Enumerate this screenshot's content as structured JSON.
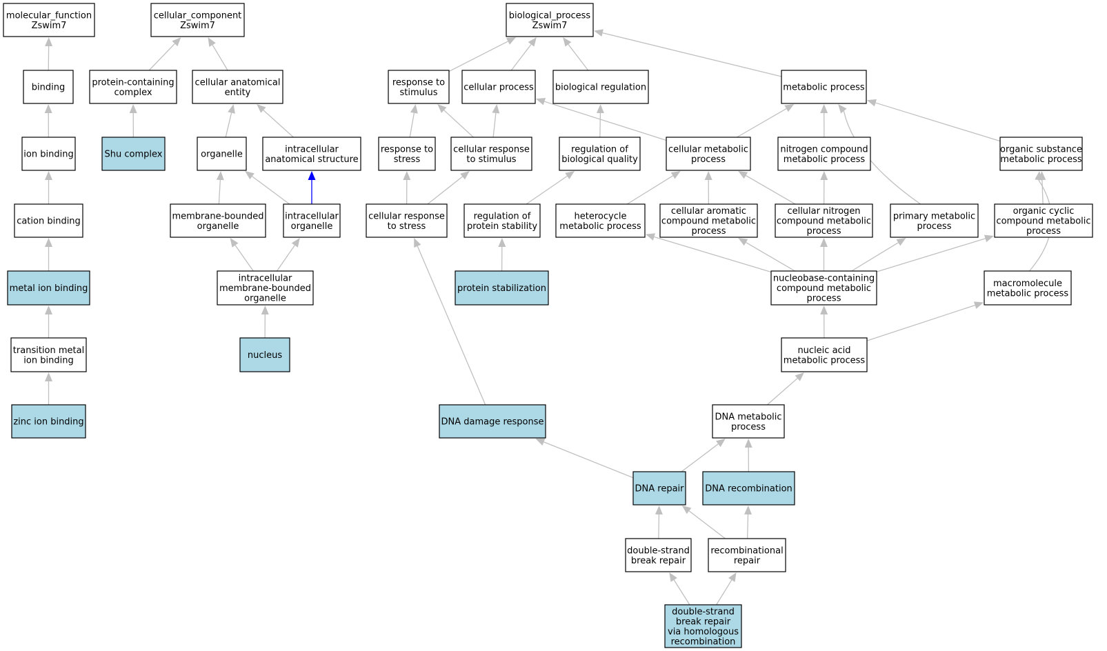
{
  "colors": {
    "highlight": "#add8e6",
    "edge": "#c0c0c0",
    "special_edge": "#0000ff",
    "node_border": "#000000"
  },
  "nodes": [
    {
      "id": "mf",
      "lines": [
        "molecular_function",
        "Zswim7"
      ],
      "highlight": false
    },
    {
      "id": "binding",
      "lines": [
        "binding"
      ],
      "highlight": false
    },
    {
      "id": "ion_binding",
      "lines": [
        "ion binding"
      ],
      "highlight": false
    },
    {
      "id": "cation_binding",
      "lines": [
        "cation binding"
      ],
      "highlight": false
    },
    {
      "id": "metal_ion_binding",
      "lines": [
        "metal ion binding"
      ],
      "highlight": true
    },
    {
      "id": "transition_metal",
      "lines": [
        "transition metal",
        "ion binding"
      ],
      "highlight": false
    },
    {
      "id": "zinc_ion_binding",
      "lines": [
        "zinc ion binding"
      ],
      "highlight": true
    },
    {
      "id": "cc",
      "lines": [
        "cellular_component",
        "Zswim7"
      ],
      "highlight": false
    },
    {
      "id": "protein_complex",
      "lines": [
        "protein-containing",
        "complex"
      ],
      "highlight": false
    },
    {
      "id": "shu_complex",
      "lines": [
        "Shu complex"
      ],
      "highlight": true
    },
    {
      "id": "cell_anat_entity",
      "lines": [
        "cellular anatomical",
        "entity"
      ],
      "highlight": false
    },
    {
      "id": "organelle",
      "lines": [
        "organelle"
      ],
      "highlight": false
    },
    {
      "id": "intracell_anat",
      "lines": [
        "intracellular",
        "anatomical structure"
      ],
      "highlight": false
    },
    {
      "id": "membrane_organelle",
      "lines": [
        "membrane-bounded",
        "organelle"
      ],
      "highlight": false
    },
    {
      "id": "intracell_organelle",
      "lines": [
        "intracellular",
        "organelle"
      ],
      "highlight": false
    },
    {
      "id": "intracell_mem_organelle",
      "lines": [
        "intracellular",
        "membrane-bounded",
        "organelle"
      ],
      "highlight": false
    },
    {
      "id": "nucleus",
      "lines": [
        "nucleus"
      ],
      "highlight": true
    },
    {
      "id": "bp",
      "lines": [
        "biological_process",
        "Zswim7"
      ],
      "highlight": false
    },
    {
      "id": "resp_stimulus",
      "lines": [
        "response to",
        "stimulus"
      ],
      "highlight": false
    },
    {
      "id": "cellular_process",
      "lines": [
        "cellular process"
      ],
      "highlight": false
    },
    {
      "id": "bio_regulation",
      "lines": [
        "biological regulation"
      ],
      "highlight": false
    },
    {
      "id": "metabolic_process",
      "lines": [
        "metabolic process"
      ],
      "highlight": false
    },
    {
      "id": "resp_stress",
      "lines": [
        "response to",
        "stress"
      ],
      "highlight": false
    },
    {
      "id": "cell_resp_stimulus",
      "lines": [
        "cellular response",
        "to stimulus"
      ],
      "highlight": false
    },
    {
      "id": "reg_bio_quality",
      "lines": [
        "regulation of",
        "biological quality"
      ],
      "highlight": false
    },
    {
      "id": "cell_metabolic",
      "lines": [
        "cellular metabolic",
        "process"
      ],
      "highlight": false
    },
    {
      "id": "nitrogen_metabolic",
      "lines": [
        "nitrogen compound",
        "metabolic process"
      ],
      "highlight": false
    },
    {
      "id": "organic_subst",
      "lines": [
        "organic substance",
        "metabolic process"
      ],
      "highlight": false
    },
    {
      "id": "cell_resp_stress",
      "lines": [
        "cellular response",
        "to stress"
      ],
      "highlight": false
    },
    {
      "id": "reg_protein_stab",
      "lines": [
        "regulation of",
        "protein stability"
      ],
      "highlight": false
    },
    {
      "id": "heterocycle",
      "lines": [
        "heterocycle",
        "metabolic process"
      ],
      "highlight": false
    },
    {
      "id": "cell_aromatic",
      "lines": [
        "cellular aromatic",
        "compound metabolic",
        "process"
      ],
      "highlight": false
    },
    {
      "id": "cell_nitrogen",
      "lines": [
        "cellular nitrogen",
        "compound metabolic",
        "process"
      ],
      "highlight": false
    },
    {
      "id": "primary_metabolic",
      "lines": [
        "primary metabolic",
        "process"
      ],
      "highlight": false
    },
    {
      "id": "organic_cyclic",
      "lines": [
        "organic cyclic",
        "compound metabolic",
        "process"
      ],
      "highlight": false
    },
    {
      "id": "protein_stabilization",
      "lines": [
        "protein stabilization"
      ],
      "highlight": true
    },
    {
      "id": "nucleobase",
      "lines": [
        "nucleobase-containing",
        "compound metabolic",
        "process"
      ],
      "highlight": false
    },
    {
      "id": "macromolecule",
      "lines": [
        "macromolecule",
        "metabolic process"
      ],
      "highlight": false
    },
    {
      "id": "nucleic_acid",
      "lines": [
        "nucleic acid",
        "metabolic process"
      ],
      "highlight": false
    },
    {
      "id": "dna_damage",
      "lines": [
        "DNA damage response"
      ],
      "highlight": true
    },
    {
      "id": "dna_metabolic",
      "lines": [
        "DNA metabolic",
        "process"
      ],
      "highlight": false
    },
    {
      "id": "dna_repair",
      "lines": [
        "DNA repair"
      ],
      "highlight": true
    },
    {
      "id": "dna_recomb",
      "lines": [
        "DNA recombination"
      ],
      "highlight": true
    },
    {
      "id": "dsb_repair",
      "lines": [
        "double-strand",
        "break repair"
      ],
      "highlight": false
    },
    {
      "id": "recomb_repair",
      "lines": [
        "recombinational",
        "repair"
      ],
      "highlight": false
    },
    {
      "id": "dsb_hr",
      "lines": [
        "double-strand",
        "break repair",
        "via homologous",
        "recombination"
      ],
      "highlight": true
    }
  ],
  "edges": [
    {
      "from": "binding",
      "to": "mf"
    },
    {
      "from": "ion_binding",
      "to": "binding"
    },
    {
      "from": "cation_binding",
      "to": "ion_binding"
    },
    {
      "from": "metal_ion_binding",
      "to": "cation_binding"
    },
    {
      "from": "transition_metal",
      "to": "metal_ion_binding"
    },
    {
      "from": "zinc_ion_binding",
      "to": "transition_metal"
    },
    {
      "from": "protein_complex",
      "to": "cc"
    },
    {
      "from": "cell_anat_entity",
      "to": "cc"
    },
    {
      "from": "shu_complex",
      "to": "protein_complex"
    },
    {
      "from": "organelle",
      "to": "cell_anat_entity"
    },
    {
      "from": "intracell_anat",
      "to": "cell_anat_entity"
    },
    {
      "from": "membrane_organelle",
      "to": "organelle"
    },
    {
      "from": "intracell_organelle",
      "to": "organelle"
    },
    {
      "from": "intracell_organelle",
      "to": "intracell_anat",
      "special": true
    },
    {
      "from": "intracell_mem_organelle",
      "to": "membrane_organelle"
    },
    {
      "from": "intracell_mem_organelle",
      "to": "intracell_organelle"
    },
    {
      "from": "nucleus",
      "to": "intracell_mem_organelle"
    },
    {
      "from": "resp_stimulus",
      "to": "bp"
    },
    {
      "from": "cellular_process",
      "to": "bp"
    },
    {
      "from": "bio_regulation",
      "to": "bp"
    },
    {
      "from": "metabolic_process",
      "to": "bp"
    },
    {
      "from": "resp_stress",
      "to": "resp_stimulus"
    },
    {
      "from": "cell_resp_stimulus",
      "to": "resp_stimulus"
    },
    {
      "from": "cell_resp_stimulus",
      "to": "cellular_process"
    },
    {
      "from": "cell_metabolic",
      "to": "cellular_process"
    },
    {
      "from": "reg_bio_quality",
      "to": "bio_regulation"
    },
    {
      "from": "cell_metabolic",
      "to": "metabolic_process"
    },
    {
      "from": "nitrogen_metabolic",
      "to": "metabolic_process"
    },
    {
      "from": "organic_subst",
      "to": "metabolic_process"
    },
    {
      "from": "primary_metabolic",
      "to": "metabolic_process",
      "curve": true
    },
    {
      "from": "cell_resp_stress",
      "to": "resp_stress"
    },
    {
      "from": "cell_resp_stress",
      "to": "cell_resp_stimulus"
    },
    {
      "from": "reg_protein_stab",
      "to": "reg_bio_quality"
    },
    {
      "from": "heterocycle",
      "to": "cell_metabolic"
    },
    {
      "from": "cell_aromatic",
      "to": "cell_metabolic"
    },
    {
      "from": "cell_nitrogen",
      "to": "cell_metabolic"
    },
    {
      "from": "cell_nitrogen",
      "to": "nitrogen_metabolic"
    },
    {
      "from": "organic_cyclic",
      "to": "organic_subst"
    },
    {
      "from": "macromolecule",
      "to": "organic_subst",
      "curve": true
    },
    {
      "from": "protein_stabilization",
      "to": "reg_protein_stab"
    },
    {
      "from": "nucleobase",
      "to": "heterocycle"
    },
    {
      "from": "nucleobase",
      "to": "cell_aromatic"
    },
    {
      "from": "nucleobase",
      "to": "cell_nitrogen"
    },
    {
      "from": "nucleobase",
      "to": "primary_metabolic"
    },
    {
      "from": "nucleobase",
      "to": "organic_cyclic"
    },
    {
      "from": "nucleic_acid",
      "to": "nucleobase"
    },
    {
      "from": "nucleic_acid",
      "to": "macromolecule"
    },
    {
      "from": "dna_damage",
      "to": "cell_resp_stress"
    },
    {
      "from": "dna_metabolic",
      "to": "nucleic_acid"
    },
    {
      "from": "dna_repair",
      "to": "dna_damage"
    },
    {
      "from": "dna_repair",
      "to": "dna_metabolic"
    },
    {
      "from": "dna_recomb",
      "to": "dna_metabolic"
    },
    {
      "from": "dsb_repair",
      "to": "dna_repair"
    },
    {
      "from": "recomb_repair",
      "to": "dna_repair"
    },
    {
      "from": "recomb_repair",
      "to": "dna_recomb"
    },
    {
      "from": "dsb_hr",
      "to": "dsb_repair"
    },
    {
      "from": "dsb_hr",
      "to": "recomb_repair"
    }
  ]
}
